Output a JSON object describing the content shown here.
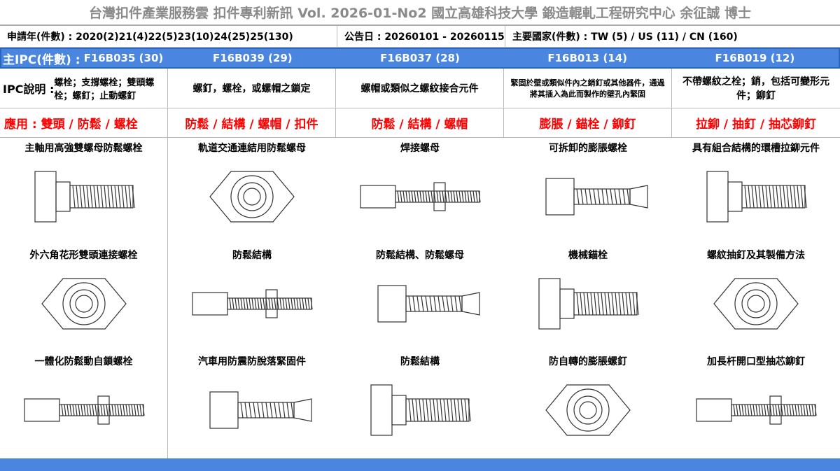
{
  "header": {
    "title": "台灣扣件產業服務雲  扣件專利新訊  Vol. 2026-01-No2  國立高雄科技大學  鍛造輥軋工程研究中心   余征誠 博士"
  },
  "info": {
    "years": "申請年(件數) : 2020(2)21(4)22(5)23(10)24(25)25(130)",
    "date": "公告日 : 20260101 - 20260115",
    "countries": "主要國家(件數) : TW (5) / US (11) / CN (160)"
  },
  "ipc": {
    "label": "主IPC(件數) :",
    "codes": [
      "F16B035 (30)",
      "F16B039 (29)",
      "F16B037 (28)",
      "F16B013 (14)",
      "F16B019 (12)"
    ]
  },
  "desc": {
    "label": "IPC說明 :",
    "items": [
      "螺栓；支撐螺栓；雙頭螺栓；螺釘；止動螺釘",
      "螺釘，螺栓，或螺帽之鎖定",
      "螺帽或類似之螺紋接合元件",
      "緊固於壁或類似件內之銷釘或其他器件，通過將其插入為此而製作的壁孔內緊固",
      "不帶螺紋之栓；銷，包括可變形元件；鉚釘"
    ]
  },
  "app": {
    "items": [
      "應用 : 雙頭 / 防鬆 / 螺栓",
      "防鬆 / 結構 / 螺帽 / 扣件",
      "防鬆 / 結構 / 螺帽",
      "膨脹 / 錨栓 / 鉚釘",
      "拉鉚 / 抽釘 / 抽芯鉚釘"
    ]
  },
  "patents": [
    [
      "主軸用高強雙螺母防鬆螺栓",
      "軌道交通連結用防鬆螺母",
      "焊接螺母",
      "可拆卸的膨脹螺栓",
      "具有組合結構的環槽拉鉚元件"
    ],
    [
      "外六角花形雙頭連接螺栓",
      "防鬆結構",
      "防鬆結構、防鬆螺母",
      "機械錨栓",
      "螺紋抽釘及其製備方法"
    ],
    [
      "一體化防鬆動自鎖螺栓",
      "汽車用防震防脫落緊固件",
      "防鬆結構",
      "防自轉的膨脹螺釘",
      "加長杆開口型抽芯鉚釘"
    ]
  ],
  "colors": {
    "accent": "#4a86e0",
    "application": "#ff0000"
  }
}
